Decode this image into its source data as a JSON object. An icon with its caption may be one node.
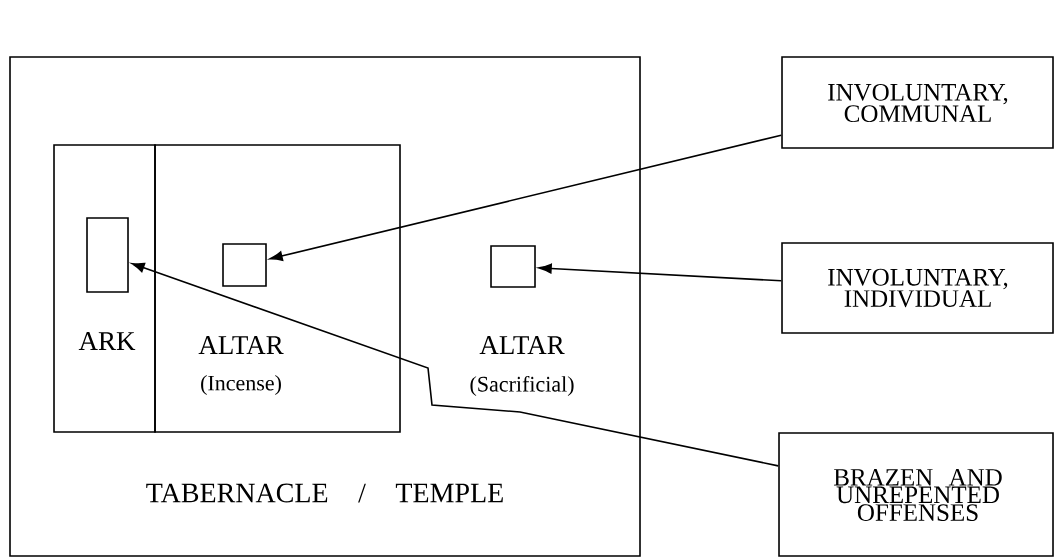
{
  "diagram": {
    "nodes": [
      {
        "text": [
          "TABERNACLE / TEMPLE"
        ]
      },
      {
        "text": [],
        "shape": "box",
        "in": 0
      },
      {
        "text": [],
        "shape": "box",
        "in": 0
      },
      {
        "text": [],
        "shape": "box",
        "in": 1,
        "beside": [
          "ARK"
        ]
      },
      {
        "text": [],
        "shape": "box",
        "in": 2,
        "beside": [
          "ALTAR",
          "(Incense)"
        ]
      },
      {
        "text": [],
        "shape": "box",
        "in": 0,
        "beside": [
          "ALTAR",
          "(Sacrificial)"
        ]
      },
      {
        "text": [
          "INVOLUNTARY, COMMUNAL"
        ]
      },
      {
        "text": [
          "INVOLUNTARY, INDIVIDUAL"
        ]
      },
      {
        "text": [
          "BRAZEN AND UNREPENTED OFFENSES"
        ]
      }
    ],
    "edges": [
      {
        "from": 6,
        "to": 4,
        "arrow": "to"
      },
      {
        "from": 7,
        "to": 5,
        "arrow": "to"
      },
      {
        "from": 8,
        "to": 3,
        "arrow": "to"
      }
    ]
  }
}
